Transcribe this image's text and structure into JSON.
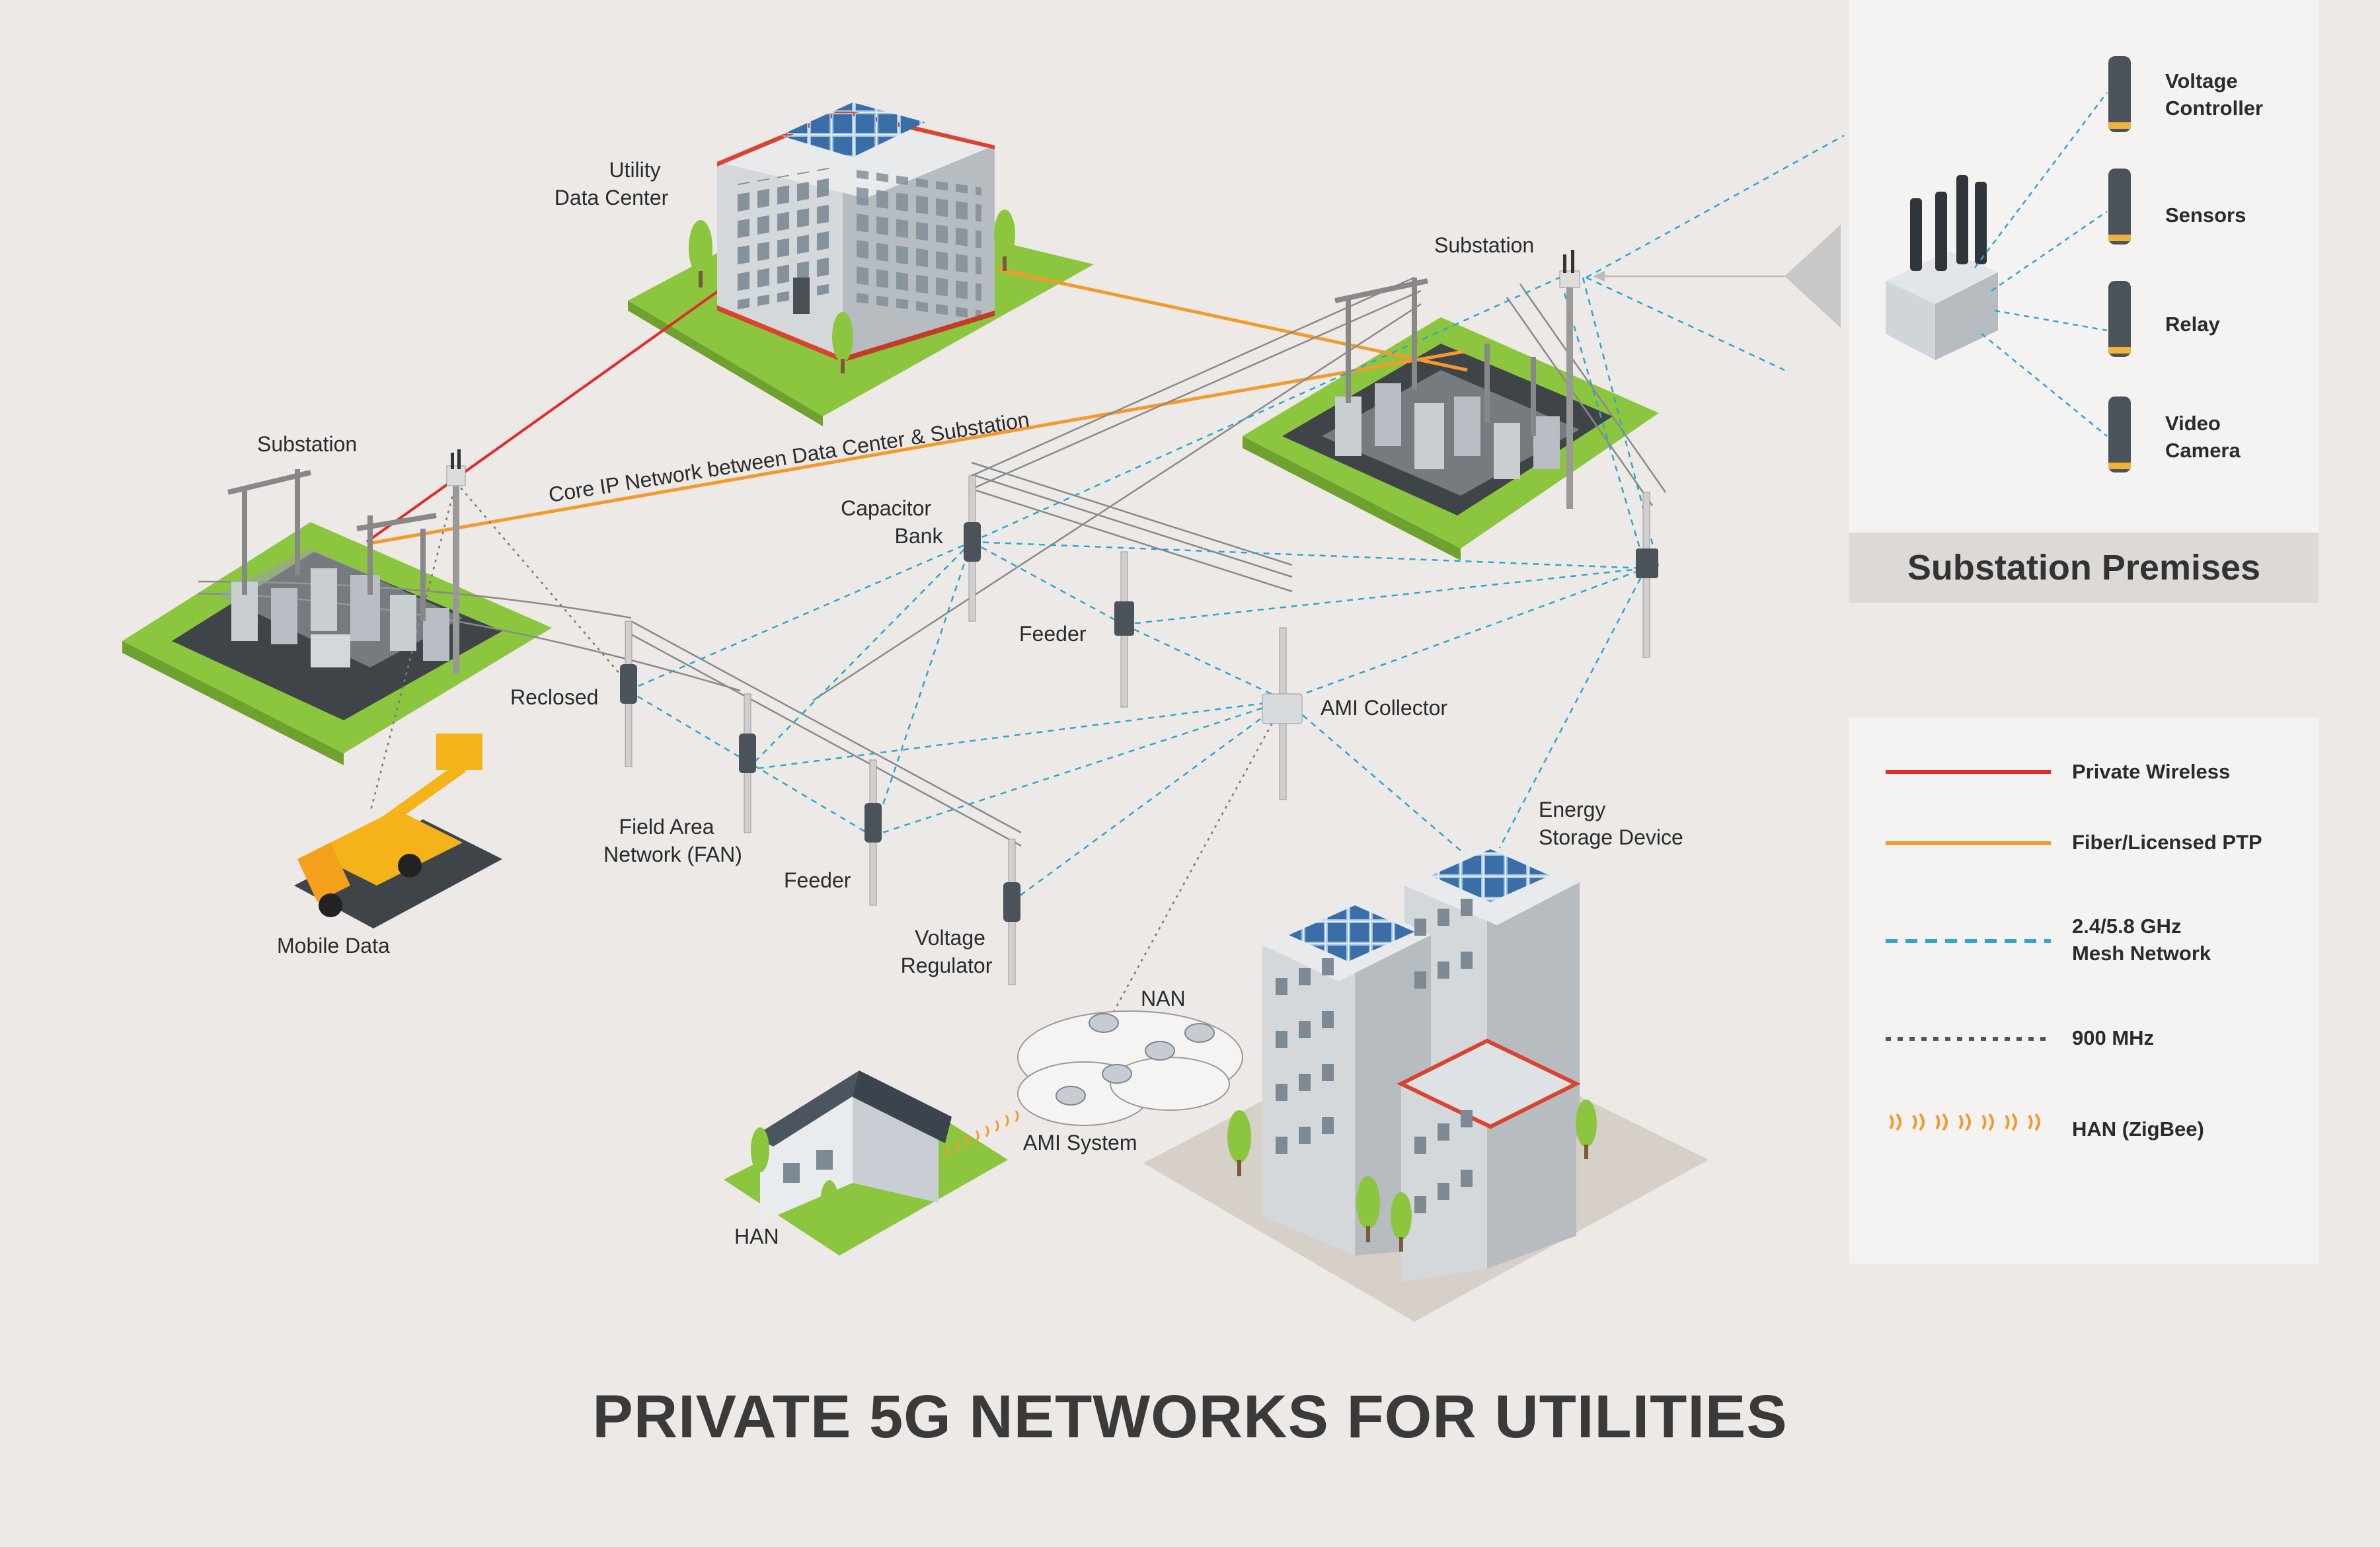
{
  "title": "PRIVATE 5G NETWORKS FOR UTILITIES",
  "labels": {
    "utility_dc": [
      "Utility",
      "Data Center"
    ],
    "substation_left": "Substation",
    "substation_right": "Substation",
    "core_ip": "Core IP Network between Data Center & Substation",
    "capacitor_bank": [
      "Capacitor",
      "Bank"
    ],
    "feeder_top": "Feeder",
    "feeder_bottom": "Feeder",
    "reclosed": "Reclosed",
    "ami_collector": "AMI Collector",
    "field_area_network": [
      "Field Area",
      "Network (FAN)"
    ],
    "voltage_regulator": [
      "Voltage",
      "Regulator"
    ],
    "energy_storage": [
      "Energy",
      "Storage Device"
    ],
    "mobile_data": "Mobile Data",
    "nan": "NAN",
    "ami_system": "AMI System",
    "han": "HAN"
  },
  "premises": {
    "title": "Substation Premises",
    "devices": [
      [
        "Voltage",
        "Controller"
      ],
      [
        "Sensors"
      ],
      [
        "Relay"
      ],
      [
        "Video",
        "Camera"
      ]
    ]
  },
  "legend": {
    "items": [
      {
        "label": [
          "Private Wireless"
        ],
        "style": "solid",
        "color": "#e02b2b"
      },
      {
        "label": [
          "Fiber/Licensed PTP"
        ],
        "style": "solid",
        "color": "#f29a2e"
      },
      {
        "label": [
          "2.4/5.8 GHz",
          "Mesh Network"
        ],
        "style": "dashed",
        "color": "#2aa7d6"
      },
      {
        "label": [
          "900 MHz"
        ],
        "style": "dotted",
        "color": "#555555"
      },
      {
        "label": [
          "HAN (ZigBee)"
        ],
        "style": "waves",
        "color": "#f29a2e"
      }
    ]
  },
  "colors": {
    "background": "#ede9e6",
    "grass": "#8cc63f",
    "private_wireless": "#e02b2b",
    "fiber": "#f29a2e",
    "mesh": "#2aa7d6",
    "mhz900": "#555555"
  }
}
